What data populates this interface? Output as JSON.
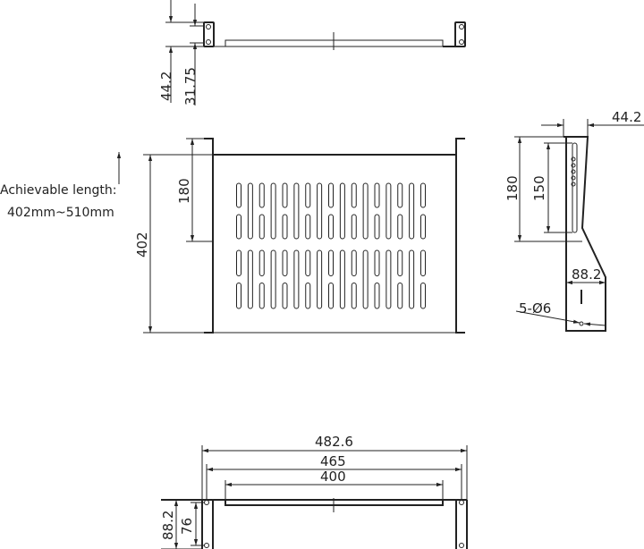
{
  "note": {
    "line1": "Achievable length:",
    "line2": "402mm~510mm"
  },
  "top_view": {
    "dim_height": "44.2",
    "dim_hole_spacing": "31.75"
  },
  "plan_view": {
    "dim_depth": "402",
    "dim_bracket": "180",
    "slot_columns": 17
  },
  "side_view": {
    "dim_width": "44.2",
    "dim_bracket": "180",
    "dim_slot": "150",
    "dim_ear": "88.2",
    "dim_holes": "5-Ø6"
  },
  "front_view": {
    "dim_overall": "482.6",
    "dim_mount": "465",
    "dim_shelf": "400",
    "dim_height": "88.2",
    "dim_hole_spacing": "76"
  },
  "colors": {
    "line": "#222222",
    "background": "#ffffff"
  }
}
